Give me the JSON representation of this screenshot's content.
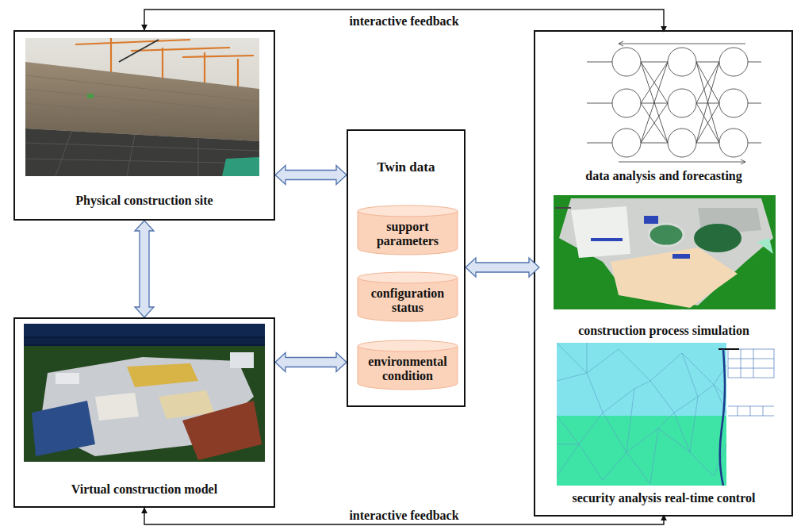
{
  "diagram": {
    "nodes": [
      {
        "text": [
          "Physical construction site"
        ]
      },
      {
        "text": [
          "Virtual construction model"
        ]
      },
      {
        "text": [
          "Twin data"
        ]
      },
      {
        "text": [
          "support parameters"
        ],
        "in": 2
      },
      {
        "text": [
          "configuration status"
        ],
        "in": 2
      },
      {
        "text": [
          "environmental condition"
        ],
        "in": 2
      },
      {
        "text": [
          "data analysis and forecasting"
        ]
      },
      {
        "text": [
          "construction process simulation"
        ]
      },
      {
        "text": [
          "security analysis real-time control"
        ]
      }
    ],
    "edges": [
      {
        "from": 0,
        "to": 6,
        "arrow": "both",
        "label": "interactive feedback"
      },
      {
        "from": 0,
        "to": 2,
        "arrow": "both"
      },
      {
        "from": 0,
        "to": 1,
        "arrow": "both"
      },
      {
        "from": 1,
        "to": 2,
        "arrow": "both"
      },
      {
        "from": 2,
        "to": 7,
        "arrow": "both"
      },
      {
        "from": 1,
        "to": 8,
        "arrow": "both",
        "label": "interactive feedback"
      }
    ]
  }
}
